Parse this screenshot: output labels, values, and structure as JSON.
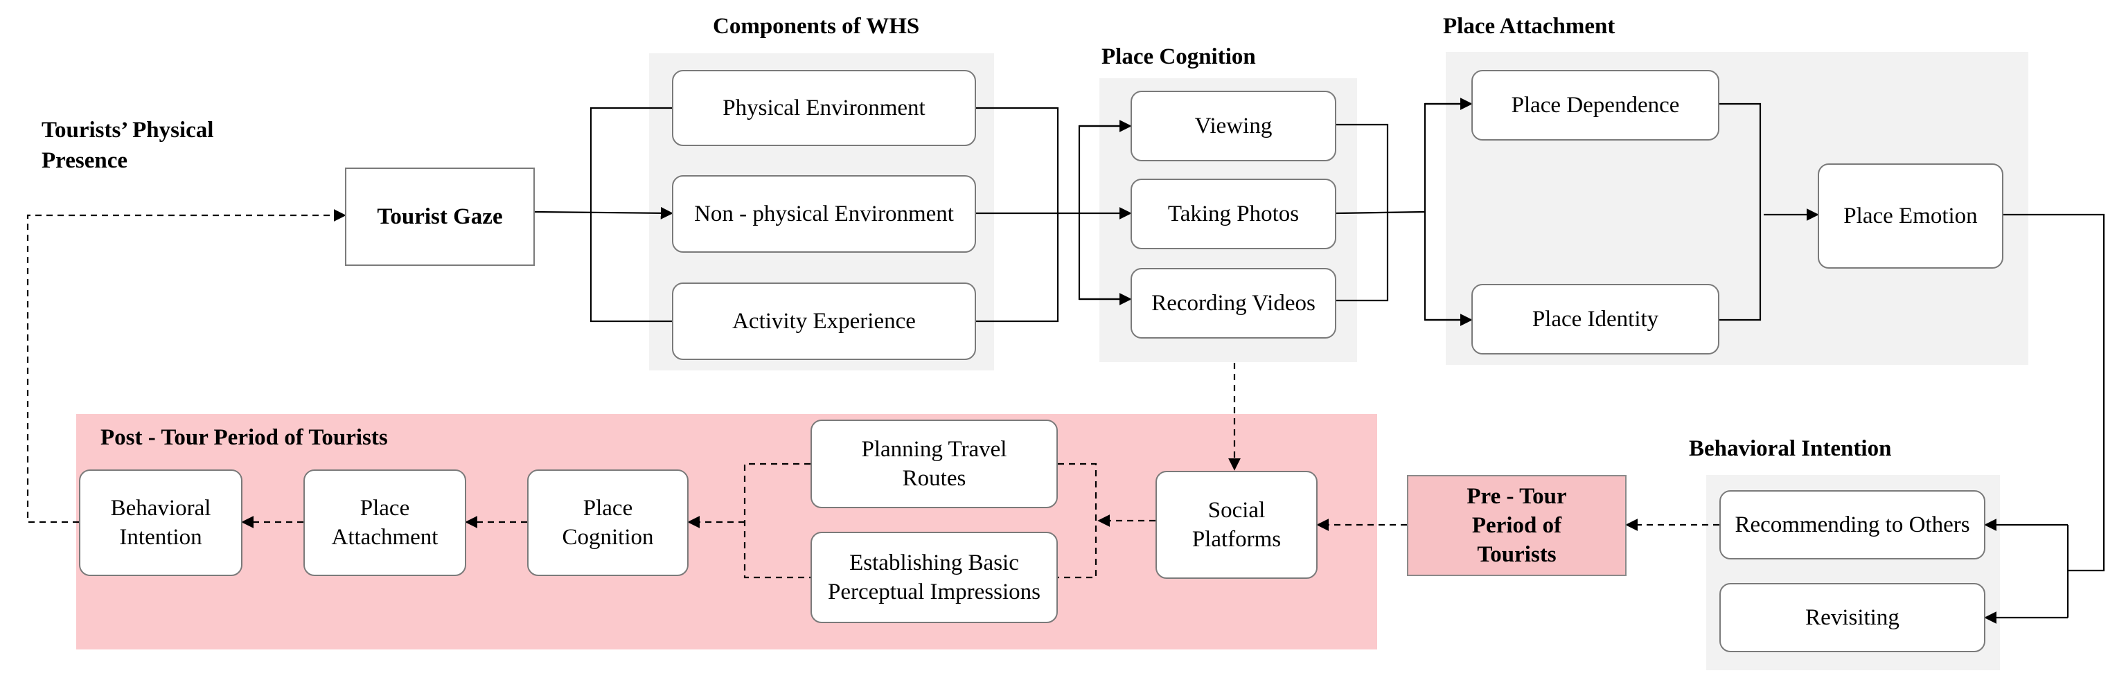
{
  "headings": {
    "components": "Components of WHS",
    "cognition": "Place Cognition",
    "attachment": "Place Attachment",
    "physical_presence": "Tourists’ Physical Presence",
    "behavioral": "Behavioral Intention",
    "post_tour": "Post - Tour Period of Tourists"
  },
  "nodes": {
    "tourist_gaze": "Tourist Gaze",
    "physical_env": "Physical Environment",
    "nonphysical_env": "Non - physical Environment",
    "activity_exp": "Activity Experience",
    "viewing": "Viewing",
    "taking_photos": "Taking Photos",
    "recording_videos": "Recording Videos",
    "place_dependence": "Place Dependence",
    "place_identity": "Place Identity",
    "place_emotion": "Place Emotion",
    "recommending": "Recommending to Others",
    "revisiting": "Revisiting",
    "pre_tour": "Pre - Tour Period of Tourists",
    "social_platforms": "Social Platforms",
    "planning_routes": "Planning Travel Routes",
    "basic_impressions": "Establishing Basic Perceptual Impressions",
    "post_cognition": "Place Cognition",
    "post_attachment": "Place Attachment",
    "post_behavioral": "Behavioral Intention"
  }
}
